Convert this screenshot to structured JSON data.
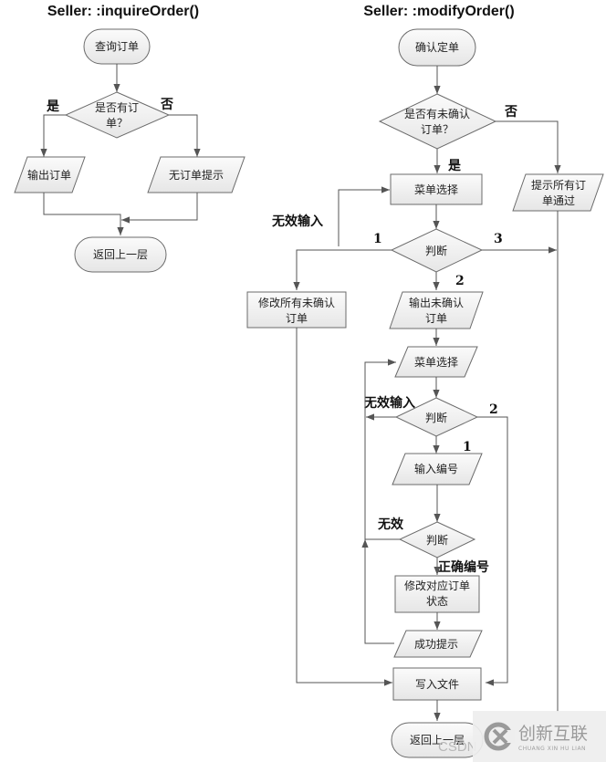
{
  "diagrams": [
    {
      "title": "Seller: :inquireOrder()",
      "nodes": {
        "start": "查询订单",
        "decision": [
          "是否有订",
          "单？"
        ],
        "yes_label": "是",
        "no_label": "否",
        "output_orders": "输出订单",
        "no_order_tip": "无订单提示",
        "end": "返回上一层"
      }
    },
    {
      "title": "Seller: :modifyOrder()",
      "nodes": {
        "start": "确认定单",
        "decision_unconfirmed": [
          "是否有未确认",
          "订单？"
        ],
        "yes_label": "是",
        "no_label": "否",
        "all_passed_tip": [
          "提示所有订",
          "单通过"
        ],
        "menu_select_1": "菜单选择",
        "invalid_input_1": "无效输入",
        "judge_1": "判断",
        "branch_1": "1",
        "branch_2": "2",
        "branch_3": "3",
        "modify_all": [
          "修改所有未确认",
          "订单"
        ],
        "output_unconfirmed": [
          "输出未确认",
          "订单"
        ],
        "menu_select_2": "菜单选择",
        "invalid_input_2": "无效输入",
        "judge_2": "判断",
        "sub_branch_1": "1",
        "sub_branch_2": "2",
        "input_id": "输入编号",
        "invalid": "无效",
        "judge_3": "判断",
        "correct_id": "正确编号",
        "modify_status": [
          "修改对应订单",
          "状态"
        ],
        "success_tip": "成功提示",
        "write_file": "写入文件",
        "end": "返回上一层"
      }
    }
  ],
  "watermark": {
    "brand": "创新互联",
    "brand_sub": "CHUANG XIN HU LIAN",
    "csdn": "CSDN"
  }
}
